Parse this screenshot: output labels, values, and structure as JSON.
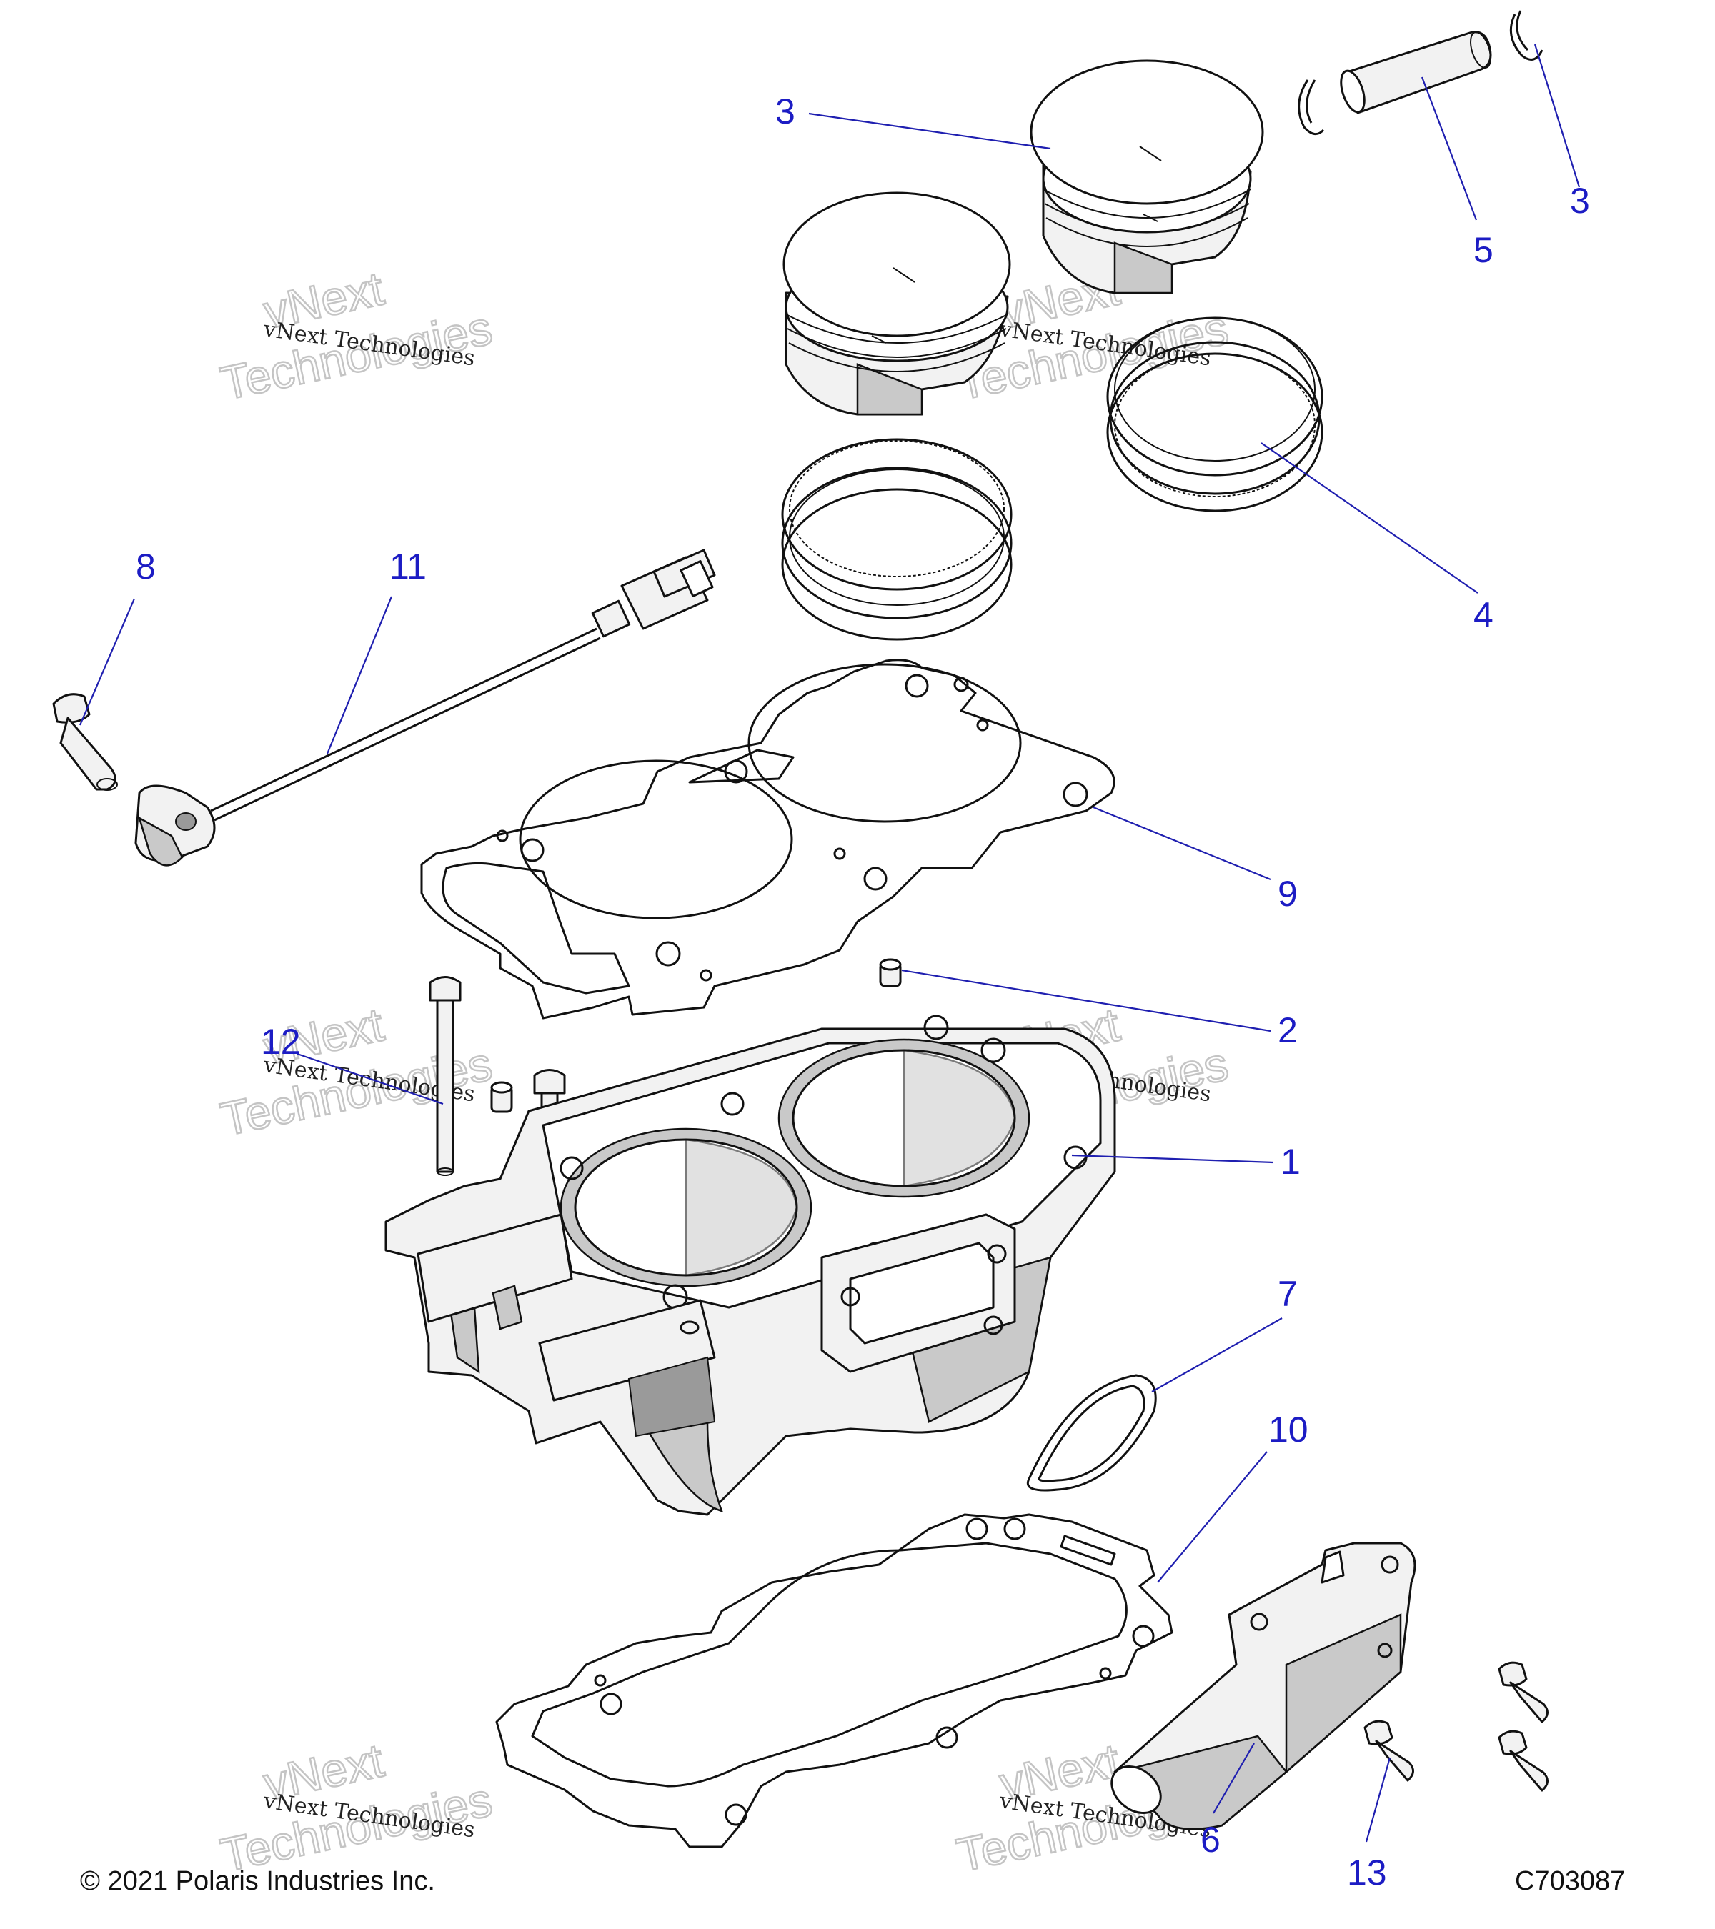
{
  "callouts": {
    "c1": "1",
    "c2": "2",
    "c3a": "3",
    "c3b": "3",
    "c4": "4",
    "c5": "5",
    "c6": "6",
    "c7": "7",
    "c8": "8",
    "c9": "9",
    "c10": "10",
    "c11": "11",
    "c12": "12",
    "c13": "13"
  },
  "watermark": {
    "line1": "vNext Technologies",
    "big_top": "vNext",
    "big_bottom": "Technologies"
  },
  "footer": {
    "copyright": "© 2021 Polaris Industries Inc.",
    "diagram_id": "C703087"
  },
  "colors": {
    "callout": "#1c1cc4",
    "leader": "#1f1fb0"
  }
}
